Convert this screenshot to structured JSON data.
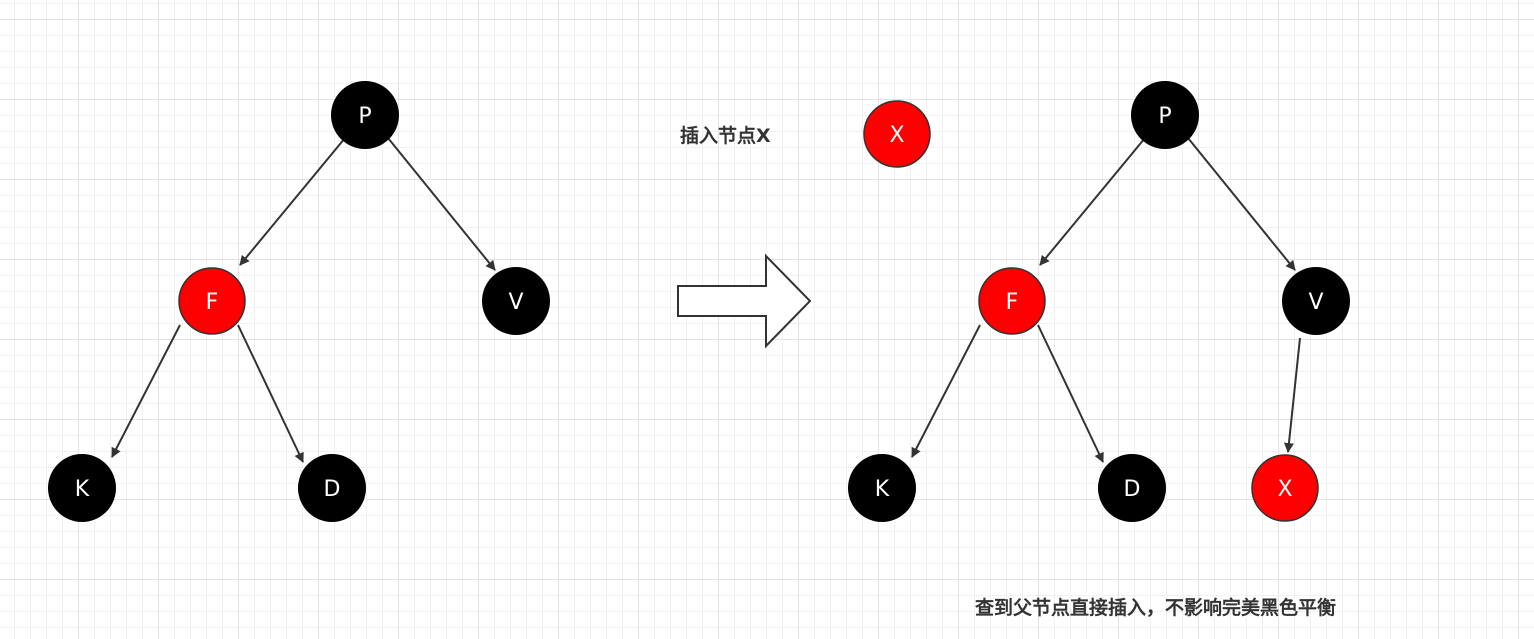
{
  "colors": {
    "red_node": "#ff0000",
    "black_node": "#000000",
    "edge": "#333333",
    "node_text": "#ffffff",
    "caption_text": "#333333"
  },
  "diagram_before": {
    "nodes": [
      {
        "id": "P",
        "label": "P",
        "color": "black"
      },
      {
        "id": "F",
        "label": "F",
        "color": "red"
      },
      {
        "id": "V",
        "label": "V",
        "color": "black"
      },
      {
        "id": "K",
        "label": "K",
        "color": "black"
      },
      {
        "id": "D",
        "label": "D",
        "color": "black"
      }
    ],
    "edges": [
      {
        "from": "P",
        "to": "F"
      },
      {
        "from": "P",
        "to": "V"
      },
      {
        "from": "F",
        "to": "K"
      },
      {
        "from": "F",
        "to": "D"
      }
    ]
  },
  "insert": {
    "caption": "插入节点X",
    "node": {
      "id": "X",
      "label": "X",
      "color": "red"
    }
  },
  "transition_arrow_icon": "right-block-arrow",
  "diagram_after": {
    "nodes": [
      {
        "id": "P",
        "label": "P",
        "color": "black"
      },
      {
        "id": "F",
        "label": "F",
        "color": "red"
      },
      {
        "id": "V",
        "label": "V",
        "color": "black"
      },
      {
        "id": "K",
        "label": "K",
        "color": "black"
      },
      {
        "id": "D",
        "label": "D",
        "color": "black"
      },
      {
        "id": "X",
        "label": "X",
        "color": "red"
      }
    ],
    "edges": [
      {
        "from": "P",
        "to": "F"
      },
      {
        "from": "P",
        "to": "V"
      },
      {
        "from": "F",
        "to": "K"
      },
      {
        "from": "F",
        "to": "D"
      },
      {
        "from": "V",
        "to": "X"
      }
    ]
  },
  "footer_caption": "查到父节点直接插入，不影响完美黑色平衡"
}
